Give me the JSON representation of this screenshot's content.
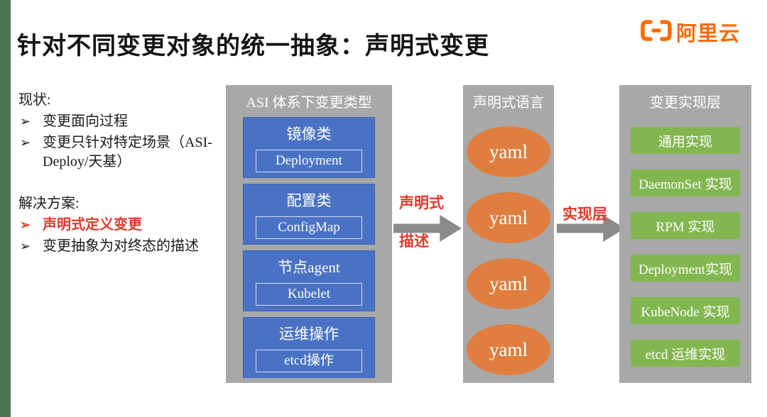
{
  "page": {
    "title": "针对不同变更对象的统一抽象：声明式变更",
    "brand": {
      "name": "阿里云",
      "color": "#FF6A00"
    }
  },
  "bullets": {
    "glyph": "➢"
  },
  "notes": {
    "status_heading": "现状:",
    "status_items": [
      "变更面向过程",
      "变更只针对特定场景（ASI-Deploy/天基）"
    ],
    "solution_heading": "解决方案:",
    "solution_items": [
      "声明式定义变更",
      "变更抽象为对终态的描述"
    ]
  },
  "columns": {
    "change_types": {
      "header": "ASI 体系下变更类型",
      "items": [
        {
          "category": "镜像类",
          "example": "Deployment"
        },
        {
          "category": "配置类",
          "example": "ConfigMap"
        },
        {
          "category": "节点agent",
          "example": "Kubelet"
        },
        {
          "category": "运维操作",
          "example": "etcd操作"
        }
      ]
    },
    "declarative_language": {
      "header": "声明式语言",
      "items": [
        "yaml",
        "yaml",
        "yaml",
        "yaml"
      ]
    },
    "implementation_layer": {
      "header": "变更实现层",
      "items": [
        "通用实现",
        "DaemonSet 实现",
        "RPM 实现",
        "Deployment实现",
        "KubeNode 实现",
        "etcd 运维实现"
      ]
    }
  },
  "arrows": [
    {
      "label_lines": [
        "声明式",
        "描述"
      ]
    },
    {
      "label_lines": [
        "实现层"
      ]
    }
  ],
  "colors": {
    "panel_gray": "#A8A8A8",
    "type_blue": "#4A72C4",
    "yaml_orange": "#DF7E3E",
    "impl_green": "#82B750",
    "accent_red": "#E5392B",
    "edge_strip_green": "#4B7552",
    "brand_orange": "#FF6A00"
  }
}
